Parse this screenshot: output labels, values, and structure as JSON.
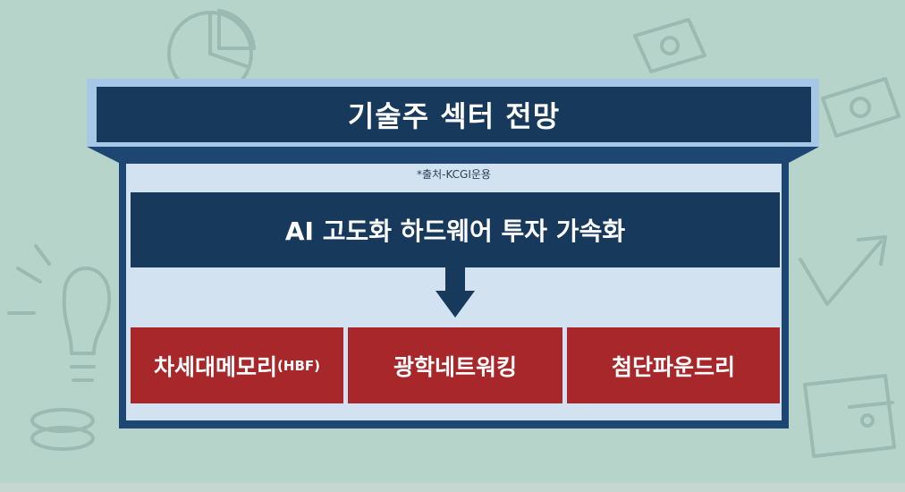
{
  "title": "기술주 섹터 전망",
  "source_note": "*출처-KCGI운용",
  "banner": "AI 고도화 하드웨어 투자 가속화",
  "boxes": [
    {
      "label": "차세대메모리",
      "suffix": "(HBF)"
    },
    {
      "label": "광학네트워킹"
    },
    {
      "label": "첨단파운드리"
    }
  ],
  "colors": {
    "background": "#b7d4cb",
    "title_bg": "#173a5c",
    "title_frame": "#a6c7e6",
    "board_frame": "#1d4772",
    "board_bg": "#d2e2f1",
    "box_bg": "#a7272a"
  },
  "icons": [
    "pie-chart-icon",
    "money-bill-icon",
    "money-bill-icon",
    "light-bulb-icon",
    "trend-arrow-icon",
    "wallet-icon"
  ]
}
